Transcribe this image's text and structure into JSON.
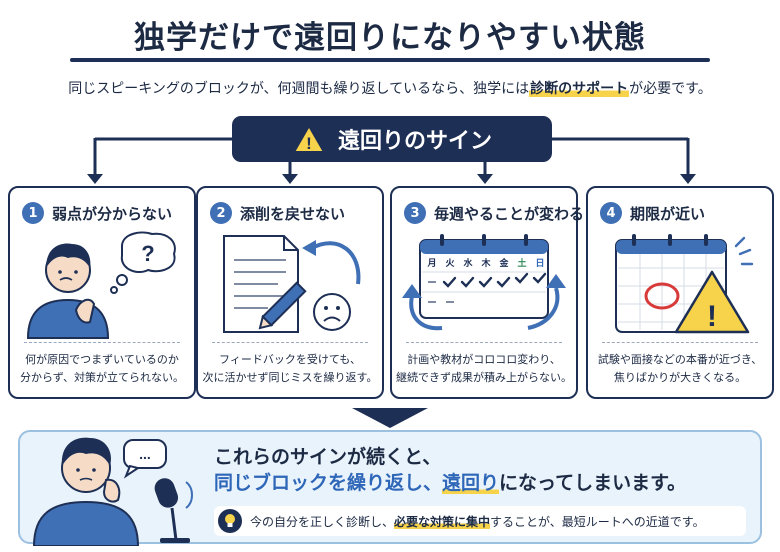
{
  "title": "独学だけで遠回りになりやすい状態",
  "subtitle": {
    "before": "同じスピーキングのブロックが、何週間も繰り返しているなら、独学には",
    "highlight": "診断のサポート",
    "after": "が必要です。"
  },
  "banner": {
    "icon": "!",
    "label": "遠回りのサイン"
  },
  "cards": [
    {
      "num": "1",
      "title": "弱点が分からない",
      "lines": [
        "何が原因でつまずいているのか",
        "分からず、対策が立てられない。"
      ],
      "bubble": "?"
    },
    {
      "num": "2",
      "title": "添削を戻せない",
      "lines": [
        "フィードバックを受けても、",
        "次に活かせず同じミスを繰り返す。"
      ]
    },
    {
      "num": "3",
      "title": "毎週やることが変わる",
      "lines": [
        "計画や教材がコロコロ変わり、",
        "継続できず成果が積み上がらない。"
      ],
      "days": [
        "月",
        "火",
        "水",
        "木",
        "金",
        "土",
        "日"
      ]
    },
    {
      "num": "4",
      "title": "期限が近い",
      "lines": [
        "試験や面接などの本番が近づき、",
        "焦りばかりが大きくなる。"
      ],
      "warning": "!"
    }
  ],
  "bottom": {
    "bubble": "...",
    "line1": "これらのサインが続くと、",
    "line2_blue": "同じブロックを繰り返し、",
    "line2_under": "遠回り",
    "line2_after": "になってしまいます。",
    "tip_before": "今の自分を正しく診断し、",
    "tip_highlight": "必要な対策に集中",
    "tip_after": "することが、最短ルートへの近道です。"
  },
  "colors": {
    "navy": "#1e2f55",
    "blue": "#3f6fb5",
    "accent_yellow": "#f7d24b",
    "panel_bg": "#e9f3fb",
    "alert_red": "#d83a3a"
  }
}
